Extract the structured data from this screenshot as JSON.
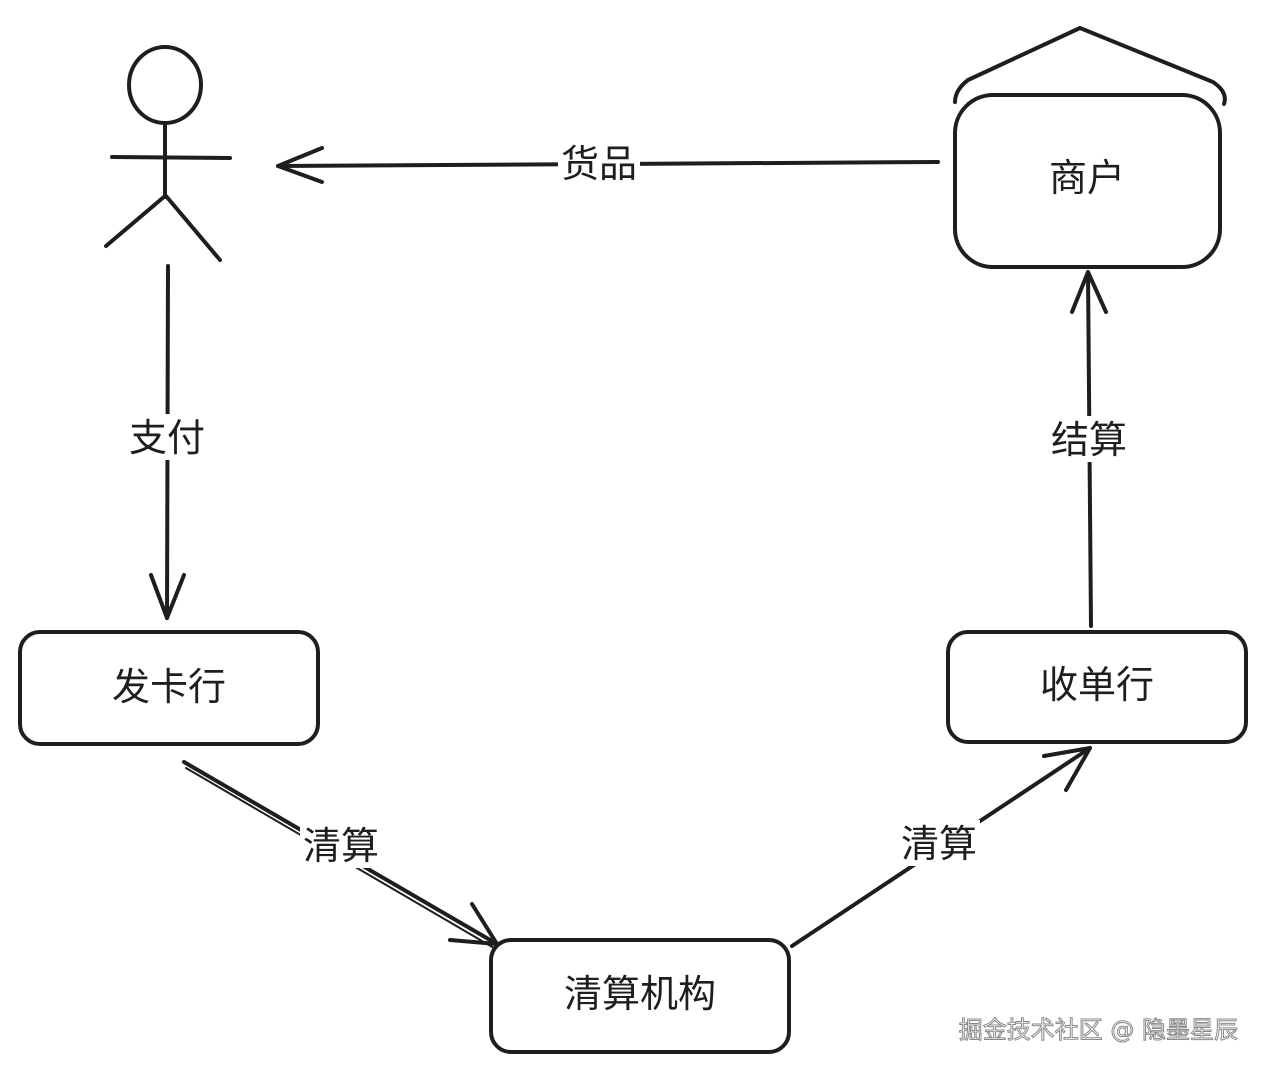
{
  "diagram": {
    "nodes": {
      "merchant": {
        "label": "商户",
        "icon": "store-roof-icon"
      },
      "issuer": {
        "label": "发卡行"
      },
      "acquirer": {
        "label": "收单行"
      },
      "clearing": {
        "label": "清算机构"
      },
      "customer": {
        "icon": "stick-figure-icon"
      }
    },
    "edges": {
      "goods": {
        "label": "货品",
        "from": "merchant",
        "to": "customer"
      },
      "payment": {
        "label": "支付",
        "from": "customer",
        "to": "issuer"
      },
      "settlement": {
        "label": "结算",
        "from": "acquirer",
        "to": "merchant"
      },
      "clearing_in": {
        "label": "清算",
        "from": "issuer",
        "to": "clearing"
      },
      "clearing_out": {
        "label": "清算",
        "from": "clearing",
        "to": "acquirer"
      }
    }
  },
  "watermark": "掘金技术社区 @ 隐墨星辰"
}
